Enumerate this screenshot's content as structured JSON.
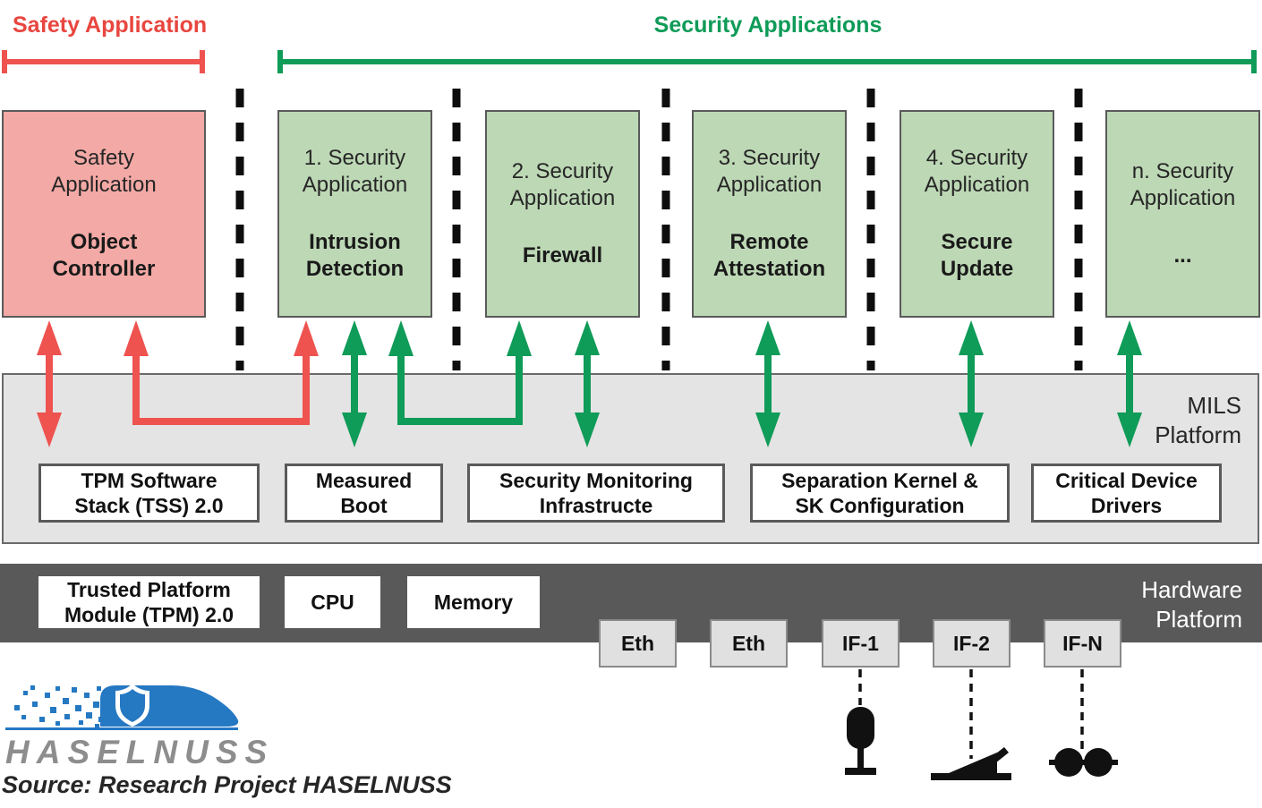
{
  "brackets": {
    "safety_label": "Safety Application",
    "security_label": "Security Applications"
  },
  "app_boxes": {
    "safety": {
      "title": "Safety Application",
      "name": "Object Controller"
    },
    "sec1": {
      "title": "1. Security Application",
      "name": "Intrusion Detection"
    },
    "sec2": {
      "title": "2. Security Application",
      "name": "Firewall"
    },
    "sec3": {
      "title": "3. Security Application",
      "name": "Remote Attestation"
    },
    "sec4": {
      "title": "4. Security Application",
      "name": "Secure Update"
    },
    "secn": {
      "title": "n. Security Application",
      "name": "..."
    }
  },
  "mils": {
    "label": "MILS Platform",
    "modules": {
      "tss": "TPM Software Stack (TSS) 2.0",
      "measured_boot": "Measured Boot",
      "monitoring": "Security Monitoring Infrastructe",
      "separation_kernel": "Separation Kernel & SK Configuration",
      "device_drivers": "Critical Device Drivers"
    }
  },
  "hardware": {
    "label": "Hardware Platform",
    "modules": {
      "tpm": "Trusted Platform Module (TPM) 2.0",
      "cpu": "CPU",
      "memory": "Memory"
    },
    "interfaces": {
      "eth1": "Eth",
      "eth2": "Eth",
      "if1": "IF-1",
      "if2": "IF-2",
      "ifn": "IF-N"
    }
  },
  "footer": {
    "logo_text": "HASELNUSS",
    "source": "Source: Research Project HASELNUSS"
  },
  "icons": {
    "if1": "railway-signal",
    "if2": "railway-switch",
    "ifn": "axle-counter"
  },
  "colors": {
    "safety_accent": "#e8463f",
    "safety_arrow": "#ee5350",
    "security_accent": "#0f9b58",
    "safety_box_fill": "#f3a9a5",
    "security_box_fill": "#bdd8b5",
    "mils_band_fill": "#e4e4e4",
    "hardware_band_fill": "#595959",
    "interface_box_fill": "#e0e0e0",
    "logo_blue": "#2578c2",
    "logo_gray": "#8d8d8d"
  }
}
